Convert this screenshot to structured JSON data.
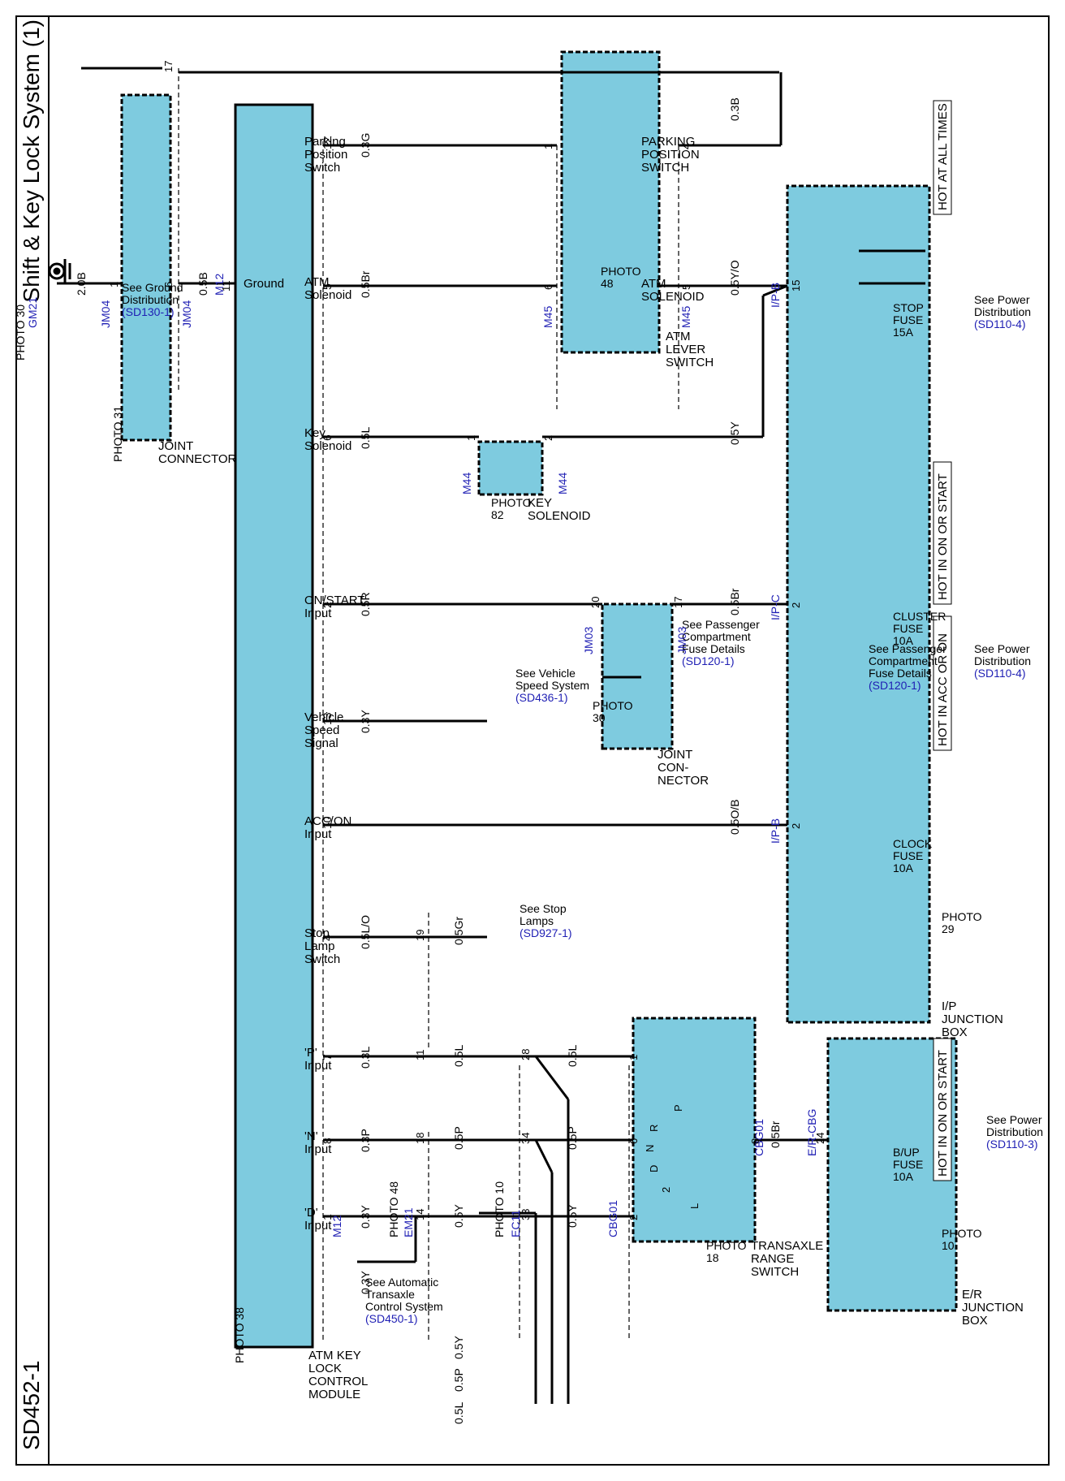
{
  "header": {
    "title": "Shift & Key Lock System (1)",
    "code": "SD452-1"
  },
  "supply": {
    "hot_all_times": "HOT AT ALL TIMES",
    "hot_on_start_1": "HOT IN ON OR START",
    "hot_acc_on": "HOT IN ACC OR ON",
    "hot_on_start_2": "HOT IN ON OR START"
  },
  "fuses": {
    "stop": [
      "STOP",
      "FUSE",
      "15A"
    ],
    "cluster": [
      "CLUSTER",
      "FUSE",
      "10A"
    ],
    "clock": [
      "CLOCK",
      "FUSE",
      "10A"
    ],
    "bup": [
      "B/UP",
      "FUSE",
      "10A"
    ]
  },
  "refs": {
    "power_4a": [
      "See Power",
      "Distribution",
      "(SD110-4)"
    ],
    "power_4b": [
      "See Power",
      "Distribution",
      "(SD110-4)"
    ],
    "power_3": [
      "See Power",
      "Distribution",
      "(SD110-3)"
    ],
    "pass_fuse_a": [
      "See Passenger",
      "Compartment",
      "Fuse Details",
      "(SD120-1)"
    ],
    "pass_fuse_b": [
      "See Passenger",
      "Compartment",
      "Fuse Details",
      "(SD120-1)"
    ],
    "ground": [
      "See Ground",
      "Distribution",
      "(SD130-1)"
    ],
    "speed": [
      "See Vehicle",
      "Speed System",
      "(SD436-1)"
    ],
    "stop_lamps": [
      "See Stop",
      "Lamps",
      "(SD927-1)"
    ],
    "atcs": [
      "See Automatic",
      "Transaxle",
      "Control System",
      "(SD450-1)"
    ]
  },
  "components": {
    "ip_box": [
      "I/P",
      "JUNCTION",
      "BOX"
    ],
    "er_box": [
      "E/R",
      "JUNCTION",
      "BOX"
    ],
    "atm_lever": [
      "ATM",
      "LEVER",
      "SWITCH"
    ],
    "parking_sw": [
      "PARKING",
      "POSITION",
      "SWITCH"
    ],
    "atm_sol": [
      "ATM",
      "SOLENOID"
    ],
    "key_sol": [
      "KEY",
      "SOLENOID"
    ],
    "joint_jm03": [
      "JOINT",
      "CON-",
      "NECTOR"
    ],
    "joint_jm04": [
      "JOINT",
      "CONNECTOR"
    ],
    "trs": [
      "TRANSAXLE",
      "RANGE",
      "SWITCH"
    ],
    "module": [
      "ATM KEY",
      "LOCK",
      "CONTROL",
      "MODULE"
    ],
    "ground_label": "Ground"
  },
  "photos": {
    "ip_box": [
      "PHOTO",
      "29"
    ],
    "er_box": [
      "PHOTO",
      "10"
    ],
    "atm_lever": [
      "PHOTO",
      "48"
    ],
    "key_sol": [
      "PHOTO",
      "82"
    ],
    "joint_jm03": [
      "PHOTO",
      "30"
    ],
    "joint_jm04": "PHOTO 31",
    "trs": [
      "PHOTO",
      "18"
    ],
    "module": "PHOTO 38",
    "em21": "PHOTO 48",
    "ec11": "PHOTO 10",
    "gm21": "PHOTO 30"
  },
  "pins": [
    {
      "label": [
        "Parking",
        "Position",
        "Switch"
      ],
      "pin": "12",
      "wire": "0.3G"
    },
    {
      "label": [
        "ATM",
        "Solenoid"
      ],
      "pin": "5",
      "wire": "0.5Br"
    },
    {
      "label": [
        "Key",
        "Solenoid"
      ],
      "pin": "6",
      "wire": "0.5L"
    },
    {
      "label": [
        "ON/START",
        "Input"
      ],
      "pin": "2",
      "wire": "0.5R"
    },
    {
      "label": [
        "Vehicle",
        "Speed",
        "Signal"
      ],
      "pin": "13",
      "wire": "0.3Y"
    },
    {
      "label": [
        "ACC/ON",
        "Input"
      ],
      "pin": "10",
      "wire": ""
    },
    {
      "label": [
        "Stop",
        "Lamp",
        "Switch"
      ],
      "pin": "4",
      "wire": "0.5L/O"
    },
    {
      "label": [
        "'P'",
        "Input"
      ],
      "pin": "7",
      "wire": "0.3L"
    },
    {
      "label": [
        "'N'",
        "Input"
      ],
      "pin": "8",
      "wire": "0.3P"
    },
    {
      "label": [
        "'D'",
        "Input"
      ],
      "pin": "1",
      "wire": "0.3Y"
    }
  ],
  "connectors": {
    "m12": "M12",
    "m12b": "M12",
    "m45a": "M45",
    "m45b": "M45",
    "m44a": "M44",
    "m44b": "M44",
    "jm03a": "JM03",
    "jm03b": "JM03",
    "jm04a": "JM04",
    "jm04b": "JM04",
    "gm21": "GM21",
    "ipb1": "I/P-B",
    "ipc": "I/P-C",
    "ipb2": "I/P-B",
    "ercbg": "E/R-CBG",
    "cbg01a": "CBG01",
    "cbg01b": "CBG01",
    "em21": "EM21",
    "ec11": "EC11"
  },
  "wires": {
    "top_03b": "0.3B",
    "top_05yo": "0.5Y/O",
    "top_05y": "0.5Y",
    "top_05br": "0.5Br",
    "top_05ob": "0.5O/B",
    "top_05br2": "0.5Br",
    "g_05b": "0.5B",
    "g_20b": "2.0B",
    "stop_05gr": "0.5Gr",
    "p_05l": "0.5L",
    "p_05l2": "0.5L",
    "n_05p": "0.5P",
    "n_05p2": "0.5P",
    "d_05y": "0.5Y",
    "d_05y2": "0.5Y",
    "atcs_03y": "0.3Y",
    "atcs_05y": "0.5Y",
    "atcs_05p": "0.5P",
    "atcs_05l": "0.5L"
  },
  "misc_pins": {
    "m45_1": "1",
    "m45_4": "4",
    "m45_6": "6",
    "m45_5": "5",
    "ip15": "15",
    "m44_1": "1",
    "m44_2": "2",
    "jm03_20": "20",
    "jm03_17": "17",
    "ipc_2": "2",
    "ipb_2": "2",
    "jm04_17": "17",
    "jm04_6": "6",
    "jm04_1": "1",
    "m12_11": "11",
    "em_19": "19",
    "em_11": "11",
    "em_18": "18",
    "em_14": "14",
    "ec_28": "28",
    "ec_34": "34",
    "ec_33": "33",
    "cbg_1": "1",
    "cbg_6": "6",
    "cbg_2": "2",
    "cbg_8": "8",
    "er_24": "24",
    "trs_P": "P",
    "trs_R": "R",
    "trs_N": "N",
    "trs_D": "D",
    "trs_2": "2",
    "trs_L": "L"
  },
  "colors": {
    "component_fill": "#7ecbdf",
    "connector_text": "#1f1fb4",
    "line": "#000000"
  }
}
